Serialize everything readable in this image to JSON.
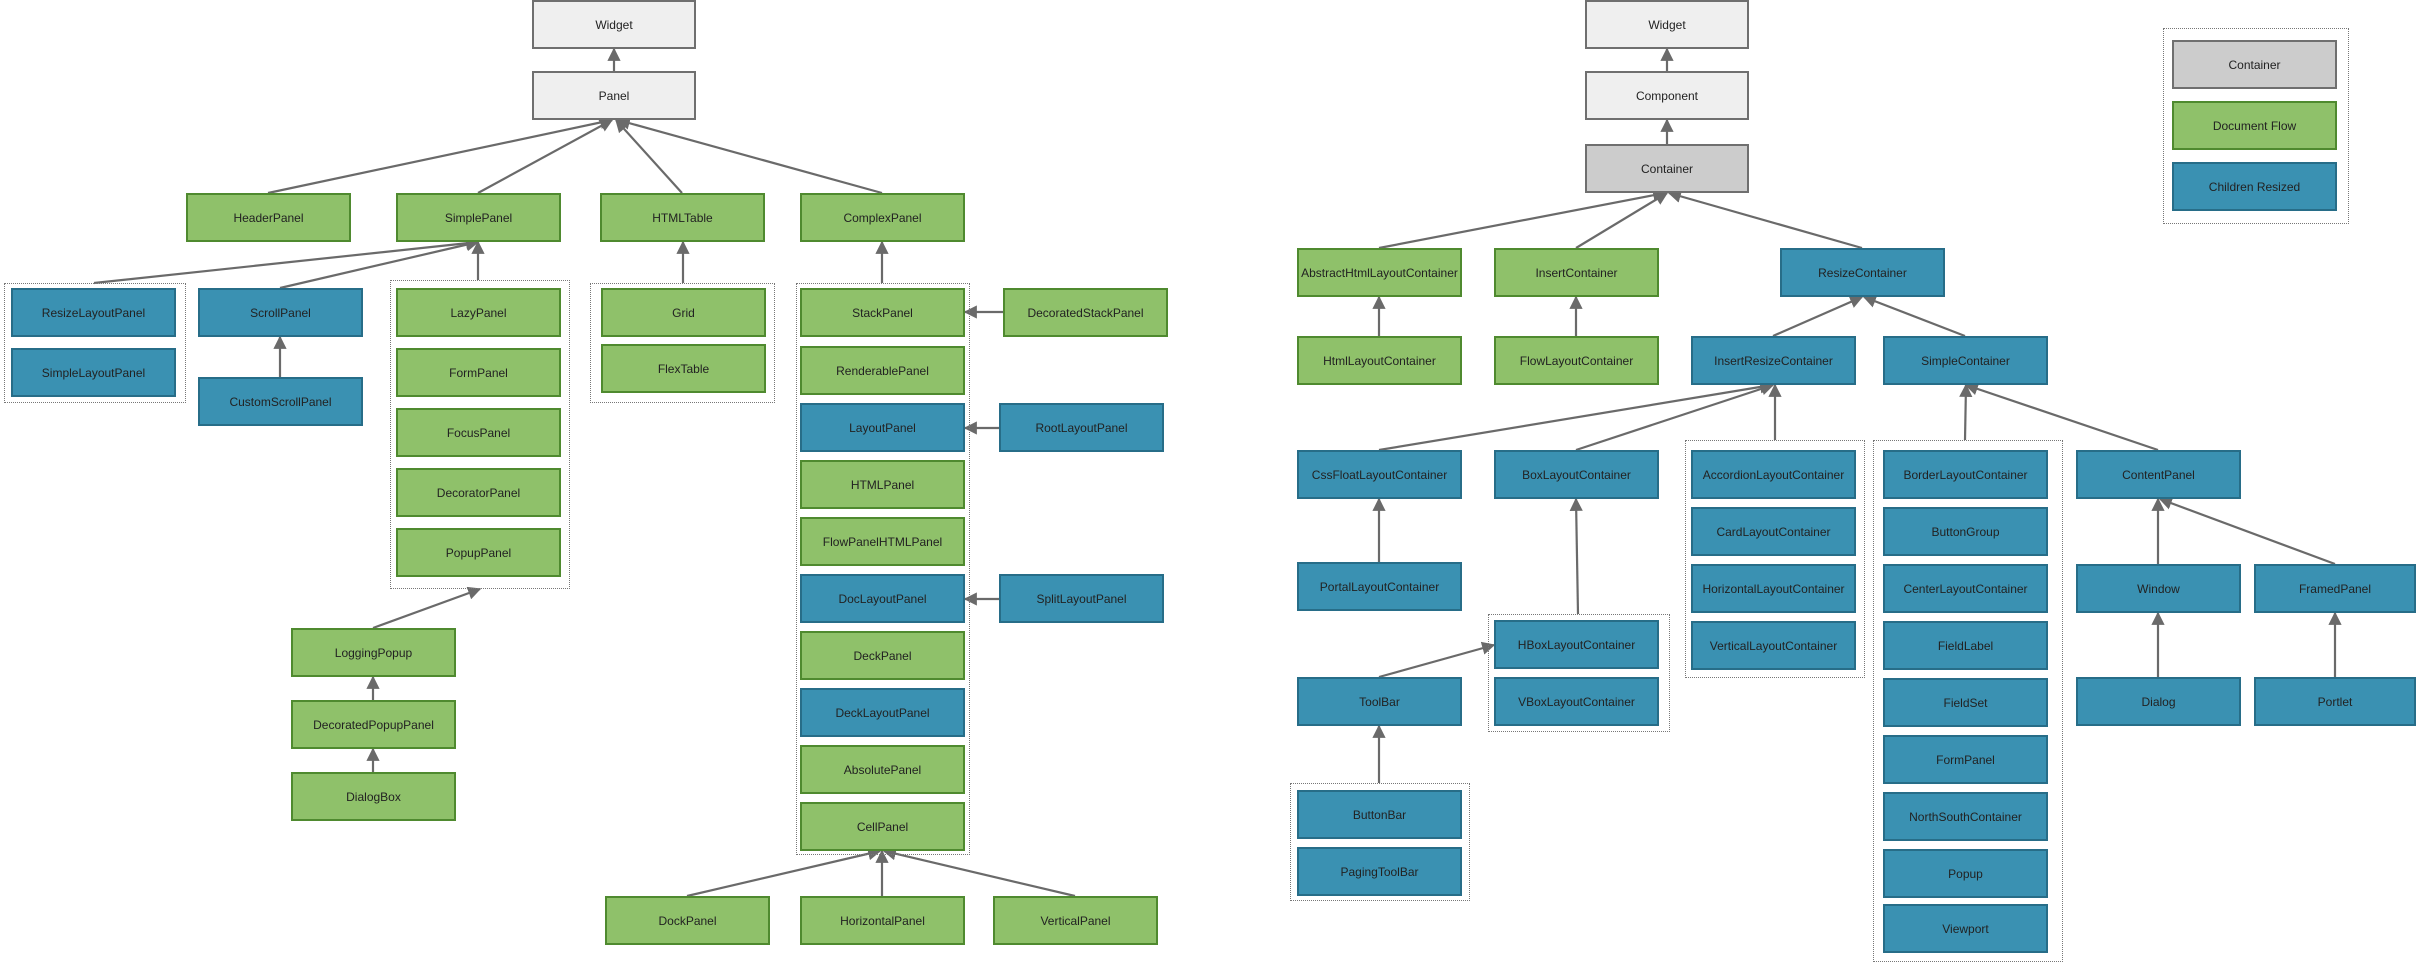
{
  "colors": {
    "base": "#efefef",
    "container": "#cccccc",
    "document_flow": "#8fc16a",
    "children_resized": "#3a91b2"
  },
  "legend": {
    "container": "Container",
    "document_flow": "Document Flow",
    "children_resized": "Children Resized"
  },
  "left_tree": {
    "widget": "Widget",
    "panel": "Panel",
    "header_panel": "HeaderPanel",
    "simple_panel": "SimplePanel",
    "html_table": "HTMLTable",
    "complex_panel": "ComplexPanel",
    "resize_layout_panel": "ResizeLayoutPanel",
    "simple_layout_panel": "SimpleLayoutPanel",
    "scroll_panel": "ScrollPanel",
    "custom_scroll_panel": "CustomScrollPanel",
    "lazy_panel": "LazyPanel",
    "form_panel": "FormPanel",
    "focus_panel": "FocusPanel",
    "decorator_panel": "DecoratorPanel",
    "popup_panel": "PopupPanel",
    "logging_popup": "LoggingPopup",
    "decorated_popup_panel": "DecoratedPopupPanel",
    "dialog_box": "DialogBox",
    "grid": "Grid",
    "flex_table": "FlexTable",
    "stack_panel": "StackPanel",
    "renderable_panel": "RenderablePanel",
    "layout_panel": "LayoutPanel",
    "html_panel": "HTMLPanel",
    "flow_panel_html_panel": "FlowPanelHTMLPanel",
    "doc_layout_panel": "DocLayoutPanel",
    "deck_panel": "DeckPanel",
    "deck_layout_panel": "DeckLayoutPanel",
    "absolute_panel": "AbsolutePanel",
    "cell_panel": "CellPanel",
    "decorated_stack_panel": "DecoratedStackPanel",
    "root_layout_panel": "RootLayoutPanel",
    "split_layout_panel": "SplitLayoutPanel",
    "dock_panel": "DockPanel",
    "horizontal_panel": "HorizontalPanel",
    "vertical_panel": "VerticalPanel"
  },
  "right_tree": {
    "widget": "Widget",
    "component": "Component",
    "container": "Container",
    "abstract_html_layout_container": "AbstractHtmlLayoutContainer",
    "insert_container": "InsertContainer",
    "resize_container": "ResizeContainer",
    "html_layout_container": "HtmlLayoutContainer",
    "flow_layout_container": "FlowLayoutContainer",
    "insert_resize_container": "InsertResizeContainer",
    "simple_container": "SimpleContainer",
    "css_float_layout_container": "CssFloatLayoutContainer",
    "box_layout_container": "BoxLayoutContainer",
    "accordion_layout_container": "AccordionLayoutContainer",
    "card_layout_container": "CardLayoutContainer",
    "horizontal_layout_container": "HorizontalLayoutContainer",
    "vertical_layout_container": "VerticalLayoutContainer",
    "border_layout_container": "BorderLayoutContainer",
    "button_group": "ButtonGroup",
    "center_layout_container": "CenterLayoutContainer",
    "field_label": "FieldLabel",
    "field_set": "FieldSet",
    "form_panel": "FormPanel",
    "north_south_container": "NorthSouthContainer",
    "popup": "Popup",
    "viewport": "Viewport",
    "content_panel": "ContentPanel",
    "window": "Window",
    "framed_panel": "FramedPanel",
    "dialog": "Dialog",
    "portlet": "Portlet",
    "portal_layout_container": "PortalLayoutContainer",
    "hbox_layout_container": "HBoxLayoutContainer",
    "vbox_layout_container": "VBoxLayoutContainer",
    "tool_bar": "ToolBar",
    "button_bar": "ButtonBar",
    "paging_tool_bar": "PagingToolBar"
  }
}
